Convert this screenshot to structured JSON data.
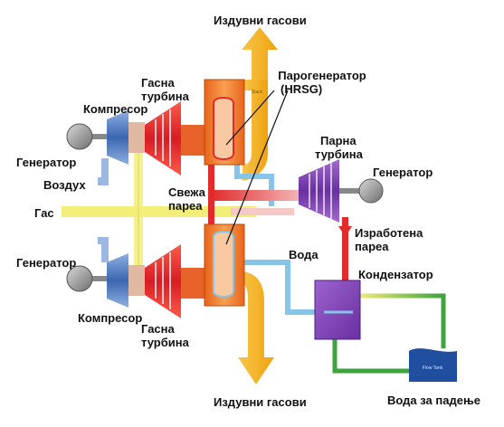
{
  "colors": {
    "exhaust": "#f5b21f",
    "gas_turbine": "#e8232a",
    "compressor": "#4f7fc6",
    "hrsg": "#f07a24",
    "steam_turbine": "#7a3fb0",
    "condenser": "#7a3fb0",
    "hot_steam": "#e22b2b",
    "water": "#86c5e8",
    "cooling_loop": "#3da33d",
    "fuel": "#f3ee7a",
    "air": "#9bb8e3",
    "generator": "#8a8a8a",
    "cooling_tank": "#1f4f9e"
  },
  "labels": {
    "exhaust_top": "Издувни гасови",
    "hrsg_line1": "Парогенератор",
    "hrsg_line2": "(HRSG)",
    "gas_turbine_top_1": "Гасна",
    "gas_turbine_top_2": "турбина",
    "compressor_top": "Компресор",
    "generator_top_left": "Генератор",
    "air": "Воздух",
    "gas": "Гас",
    "fresh_steam_1": "Свежа",
    "fresh_steam_2": "пареа",
    "steam_turbine_1": "Парна",
    "steam_turbine_2": "турбина",
    "generator_right": "Генератор",
    "exhaust_steam_1": "Изработена",
    "exhaust_steam_2": "пареа",
    "water": "Вода",
    "generator_bottom_left": "Генератор",
    "condenser": "Кондензатор",
    "compressor_bottom": "Компресор",
    "gas_turbine_bottom_1": "Гасна",
    "gas_turbine_bottom_2": "турбина",
    "exhaust_bottom": "Издувни гасови",
    "cooling_water": "Вода за падење",
    "stack_text": "Stack",
    "tank_text": "Flow Tank"
  }
}
